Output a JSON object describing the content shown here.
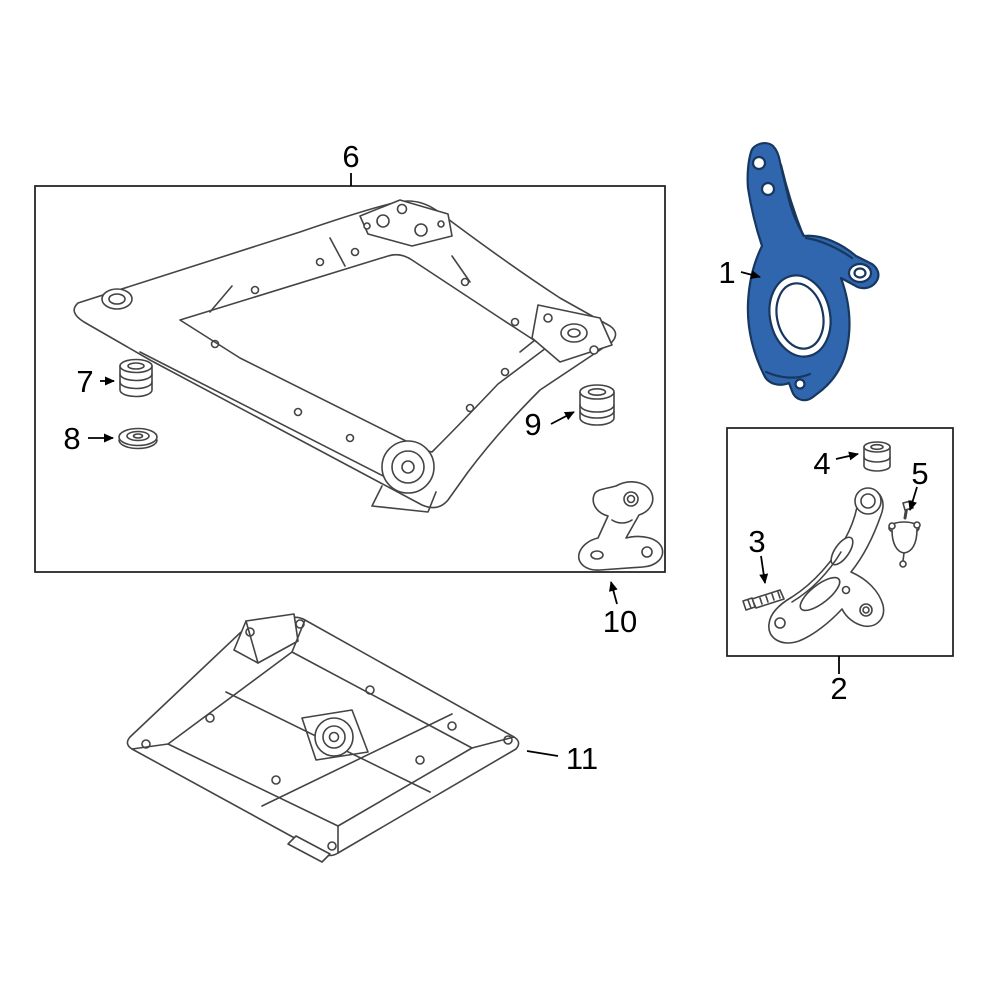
{
  "figure": {
    "background": "#ffffff",
    "line_color": "#444444",
    "box_color": "#1a1a1a",
    "label_color": "#000000",
    "highlight_color": "#2f66ae",
    "highlight_outline": "#17375f"
  },
  "callouts": {
    "knuckle": "1",
    "control_arm_assembly": "2",
    "bolt": "3",
    "bushing_small": "4",
    "ball_joint": "5",
    "subframe": "6",
    "bushing_front": "7",
    "washer": "8",
    "bushing_rear": "9",
    "bracket": "10",
    "skid_plate": "11"
  }
}
